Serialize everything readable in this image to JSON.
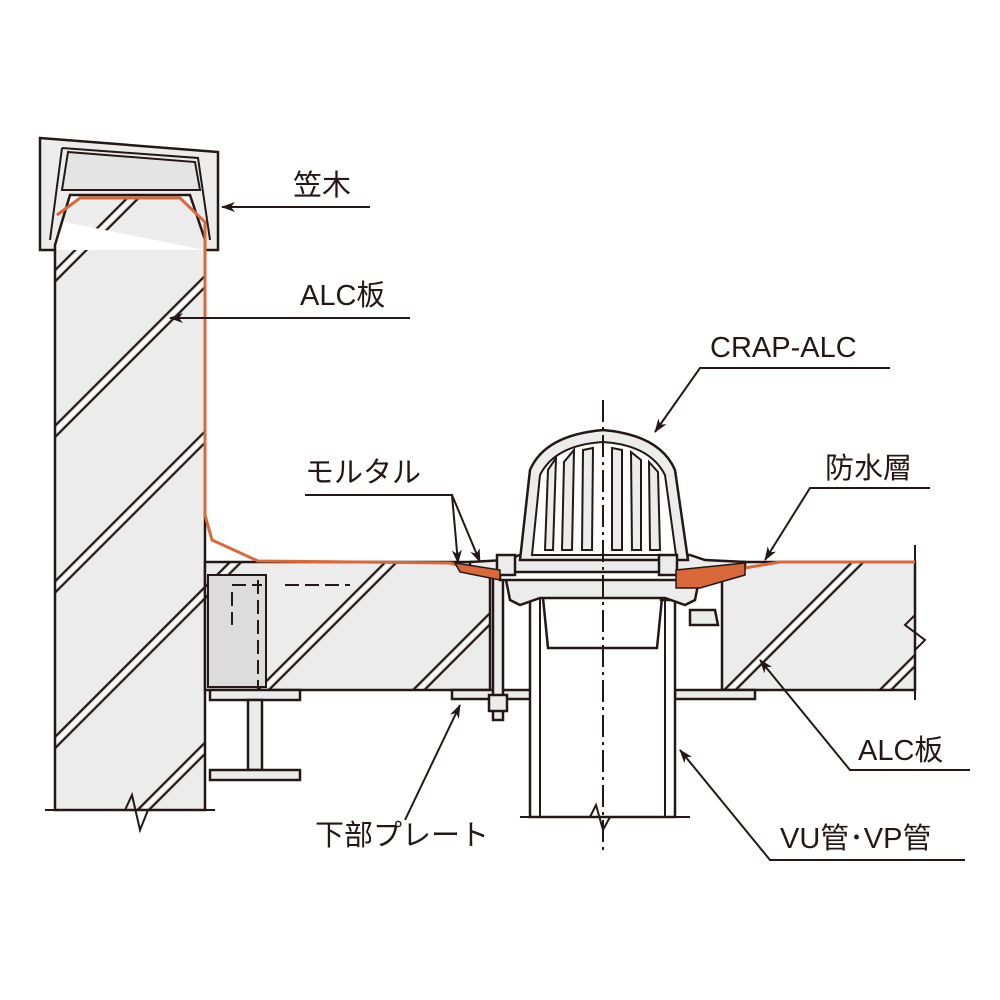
{
  "labels": {
    "kasagi": "笠木",
    "alc_wall": "ALC板",
    "crap_alc": "CRAP-ALC",
    "mortar": "モルタル",
    "waterproof_layer": "防水層",
    "alc_slab": "ALC板",
    "lower_plate": "下部プレート",
    "pipe": "VU管･VP管"
  },
  "colors": {
    "line": "#231815",
    "fill": "#ececec",
    "waterproof": "#d9693a"
  }
}
